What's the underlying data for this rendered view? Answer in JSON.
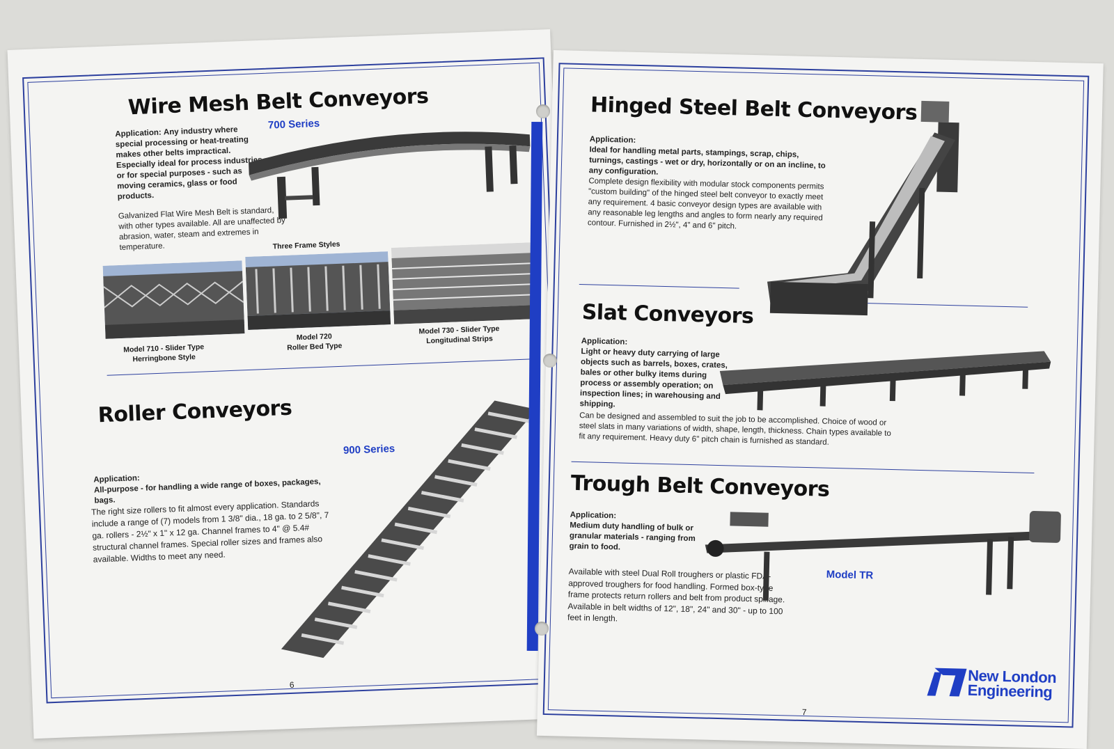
{
  "left_page": {
    "wire_mesh": {
      "title": "Wire Mesh Belt Conveyors",
      "series": "700 Series",
      "app_label": "Application:",
      "app_text": "Any industry where special processing or heat-treating makes other belts impractical. Especially ideal for process industries or for special purposes - such as moving ceramics, glass or food products.",
      "body_text": "Galvanized Flat Wire Mesh Belt is standard, with other types available. All are unaffected by abrasion, water, steam and extremes in temperature.",
      "frame_styles_label": "Three Frame Styles",
      "models": [
        {
          "line1": "Model 710 - Slider Type",
          "line2": "Herringbone Style"
        },
        {
          "line1": "Model 720",
          "line2": "Roller Bed Type"
        },
        {
          "line1": "Model 730 - Slider Type",
          "line2": "Longitudinal Strips"
        }
      ]
    },
    "roller": {
      "title": "Roller Conveyors",
      "series": "900 Series",
      "app_label": "Application:",
      "app_text": "All-purpose - for handling a wide range of boxes, packages, bags.",
      "body_text": "The right size rollers to fit almost every application. Standards include a range of (7) models from 1 3/8\" dia., 18 ga. to 2 5/8\", 7 ga. rollers - 2½\" x 1\" x 12 ga. Channel frames to 4\" @ 5.4# structural channel frames. Special roller sizes and frames also available. Widths to meet any need."
    },
    "page_number": "6"
  },
  "right_page": {
    "hinged": {
      "title": "Hinged Steel Belt Conveyors",
      "app_label": "Application:",
      "app_text": "Ideal for handling metal parts, stampings, scrap, chips, turnings, castings - wet or dry, horizontally or on an incline, to any configuration.",
      "body_text": "Complete design flexibility with modular stock components permits \"custom building\" of the hinged steel belt conveyor to exactly meet any requirement. 4 basic conveyor design types are available with any reasonable leg lengths and angles to form nearly any required contour. Furnished in 2½\", 4\" and 6\" pitch."
    },
    "slat": {
      "title": "Slat Conveyors",
      "app_label": "Application:",
      "app_text": "Light or heavy duty carrying of large objects such as barrels, boxes, crates, bales or other bulky items during process or assembly operation; on inspection lines; in warehousing and shipping.",
      "body_text": "Can be designed and assembled to suit the job to be accomplished. Choice of wood or steel slats in many variations of width, shape, length, thickness. Chain types available to fit any requirement. Heavy duty 6\" pitch chain is furnished as standard."
    },
    "trough": {
      "title": "Trough Belt Conveyors",
      "model": "Model TR",
      "app_label": "Application:",
      "app_text": "Medium duty handling of bulk or granular materials - ranging from grain to food.",
      "body_text": "Available with steel Dual Roll troughers or plastic FDA-approved troughers for food handling. Formed box-type frame protects return rollers and belt from product spillage. Available in belt widths of 12\", 18\", 24\" and 30\" - up to 100 feet in length."
    },
    "page_number": "7",
    "logo": {
      "line1": "New London",
      "line2": "Engineering"
    }
  },
  "colors": {
    "accent": "#1f3ec4",
    "frame": "#2c3f9e",
    "paper": "#f4f4f2"
  }
}
